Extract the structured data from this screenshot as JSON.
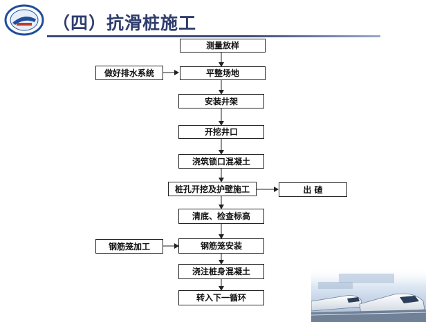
{
  "slide": {
    "title": "（四）抗滑桩施工"
  },
  "colors": {
    "title": "#2f3d6d",
    "rule": "#3a4a7a",
    "box_border": "#222222",
    "logo_blue": "#1f4e9c"
  },
  "flowchart": {
    "main_steps": [
      "测量放样",
      "平整场地",
      "安装井架",
      "开挖井口",
      "浇筑锁口混凝土",
      "桩孔开挖及护壁施工",
      "清底、检查标高",
      "钢筋笼安装",
      "浇注桩身混凝土",
      "转入下一循环"
    ],
    "side_inputs": [
      "做好排水系统",
      "钢筋笼加工"
    ],
    "side_output": "出 碴"
  }
}
